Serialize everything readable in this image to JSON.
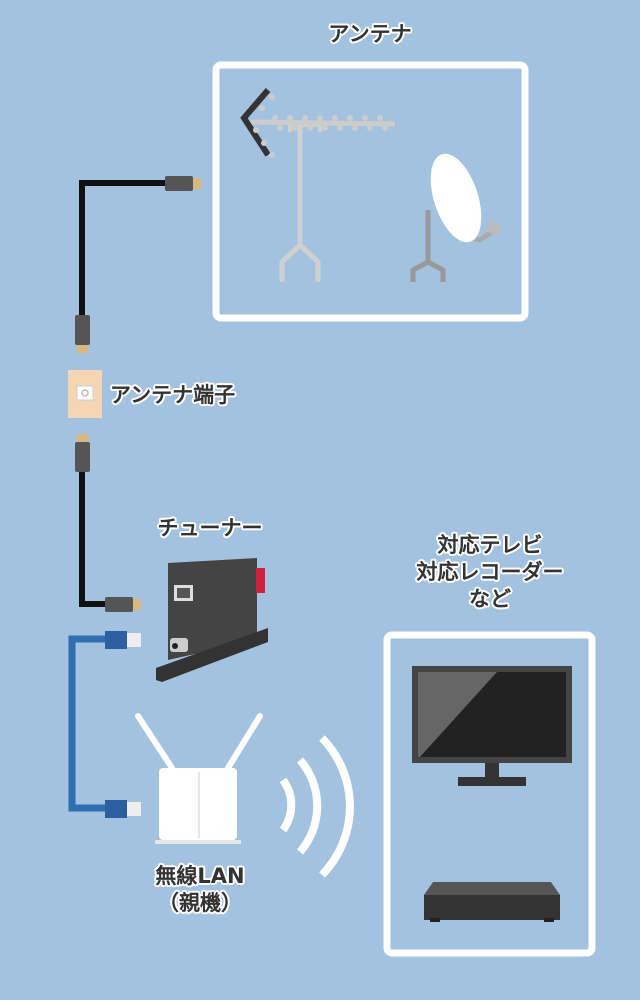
{
  "labels": {
    "antenna": "アンテナ",
    "antenna_terminal": "アンテナ端子",
    "tuner": "チューナー",
    "devices": [
      "対応テレビ",
      "対応レコーダー",
      "など"
    ],
    "router": [
      "無線LAN",
      "（親機）"
    ]
  },
  "colors": {
    "background": "#a3c2e0",
    "coax_cable": "#111111",
    "lan_cable": "#2f6fb0",
    "box_border": "#ffffff"
  }
}
